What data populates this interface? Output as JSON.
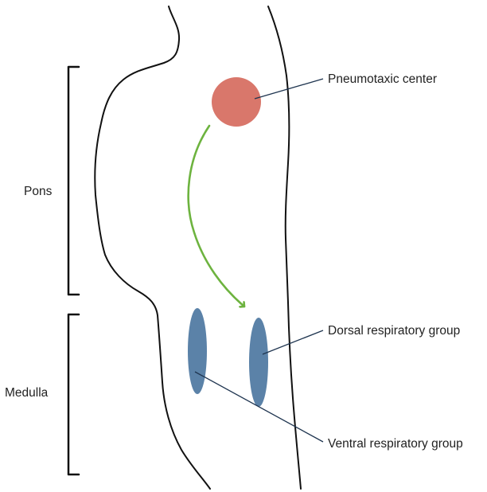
{
  "labels": {
    "pons": "Pons",
    "medulla": "Medulla",
    "pneumotaxic_center": "Pneumotaxic center",
    "dorsal_respiratory_group": "Dorsal respiratory group",
    "ventral_respiratory_group": "Ventral respiratory group"
  },
  "colors": {
    "outline": "#111111",
    "pneumotaxic_fill": "#d9776b",
    "respiratory_group_fill": "#5b82a8",
    "arrow": "#6db33f",
    "leader_line": "#1f3550"
  }
}
